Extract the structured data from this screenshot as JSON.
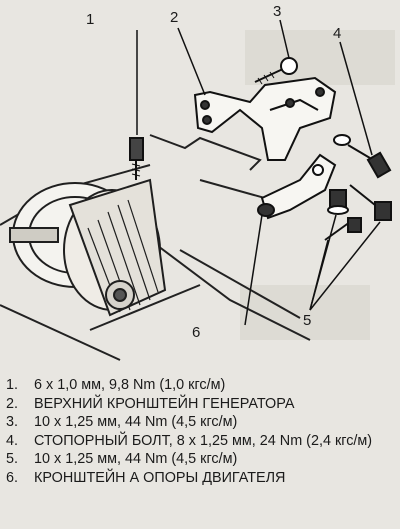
{
  "callouts": [
    "1",
    "2",
    "3",
    "4",
    "5",
    "6"
  ],
  "legend": [
    {
      "num": "1.",
      "text": "6 x 1,0 мм, 9,8 Nm (1,0 кгс/м)"
    },
    {
      "num": "2.",
      "text": "ВЕРХНИЙ КРОНШТЕЙН ГЕНЕРАТОРА"
    },
    {
      "num": "3.",
      "text": "10 x 1,25 мм, 44 Nm (4,5 кгс/м)"
    },
    {
      "num": "4.",
      "text": "СТОПОРНЫЙ БОЛТ, 8 x 1,25 мм, 24 Nm (2,4 кгс/м)"
    },
    {
      "num": "5.",
      "text": "10 x 1,25 мм, 44 Nm (4,5 кгс/м)"
    },
    {
      "num": "6.",
      "text": "КРОНШТЕЙН А ОПОРЫ ДВИГАТЕЛЯ"
    }
  ]
}
